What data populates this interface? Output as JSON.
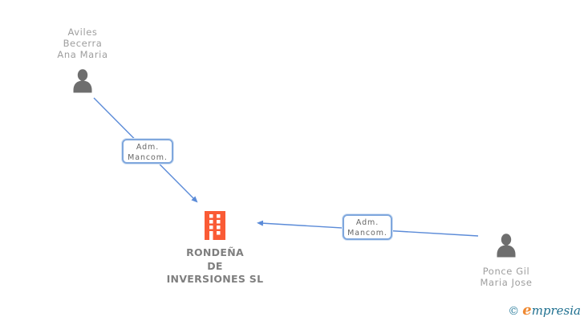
{
  "diagram": {
    "person_nodes": [
      {
        "label": "Aviles\nBecerra\nAna Maria"
      },
      {
        "label": "Ponce Gil\nMaria Jose"
      }
    ],
    "company_node": {
      "label": "RONDEÑA\nDE\nINVERSIONES SL"
    },
    "edges": [
      {
        "label": "Adm.\nMancom."
      },
      {
        "label": "Adm.\nMancom."
      }
    ],
    "colors": {
      "edge_blue": "#5b8bd8",
      "edge_box_border": "#7fa7dd",
      "edge_label_text": "#666666",
      "building_orange": "#fa5b35",
      "person_gray": "#6e6e6e",
      "person_label_gray": "#9e9e9e",
      "company_label_gray": "#7f7f7f"
    }
  },
  "watermark": {
    "copyright_symbol": "©",
    "brand_first_letter": "e",
    "brand_rest": "mpresia",
    "colors": {
      "symbol_teal": "#2e7f9e",
      "letter_orange": "#ef8932",
      "text_teal": "#1e6f8f"
    }
  }
}
